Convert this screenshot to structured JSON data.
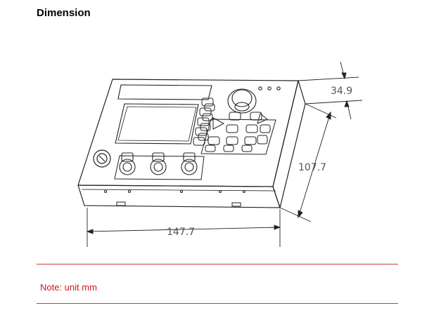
{
  "header": {
    "title": "Dimension"
  },
  "dimensions": {
    "depth": "34.9",
    "height": "107.7",
    "width": "147.7"
  },
  "footer": {
    "note": "Note: unit mm"
  },
  "colors": {
    "rule": "#d23a3a",
    "note": "#d21414",
    "line": "#222222",
    "dimension_text": "#555555"
  }
}
